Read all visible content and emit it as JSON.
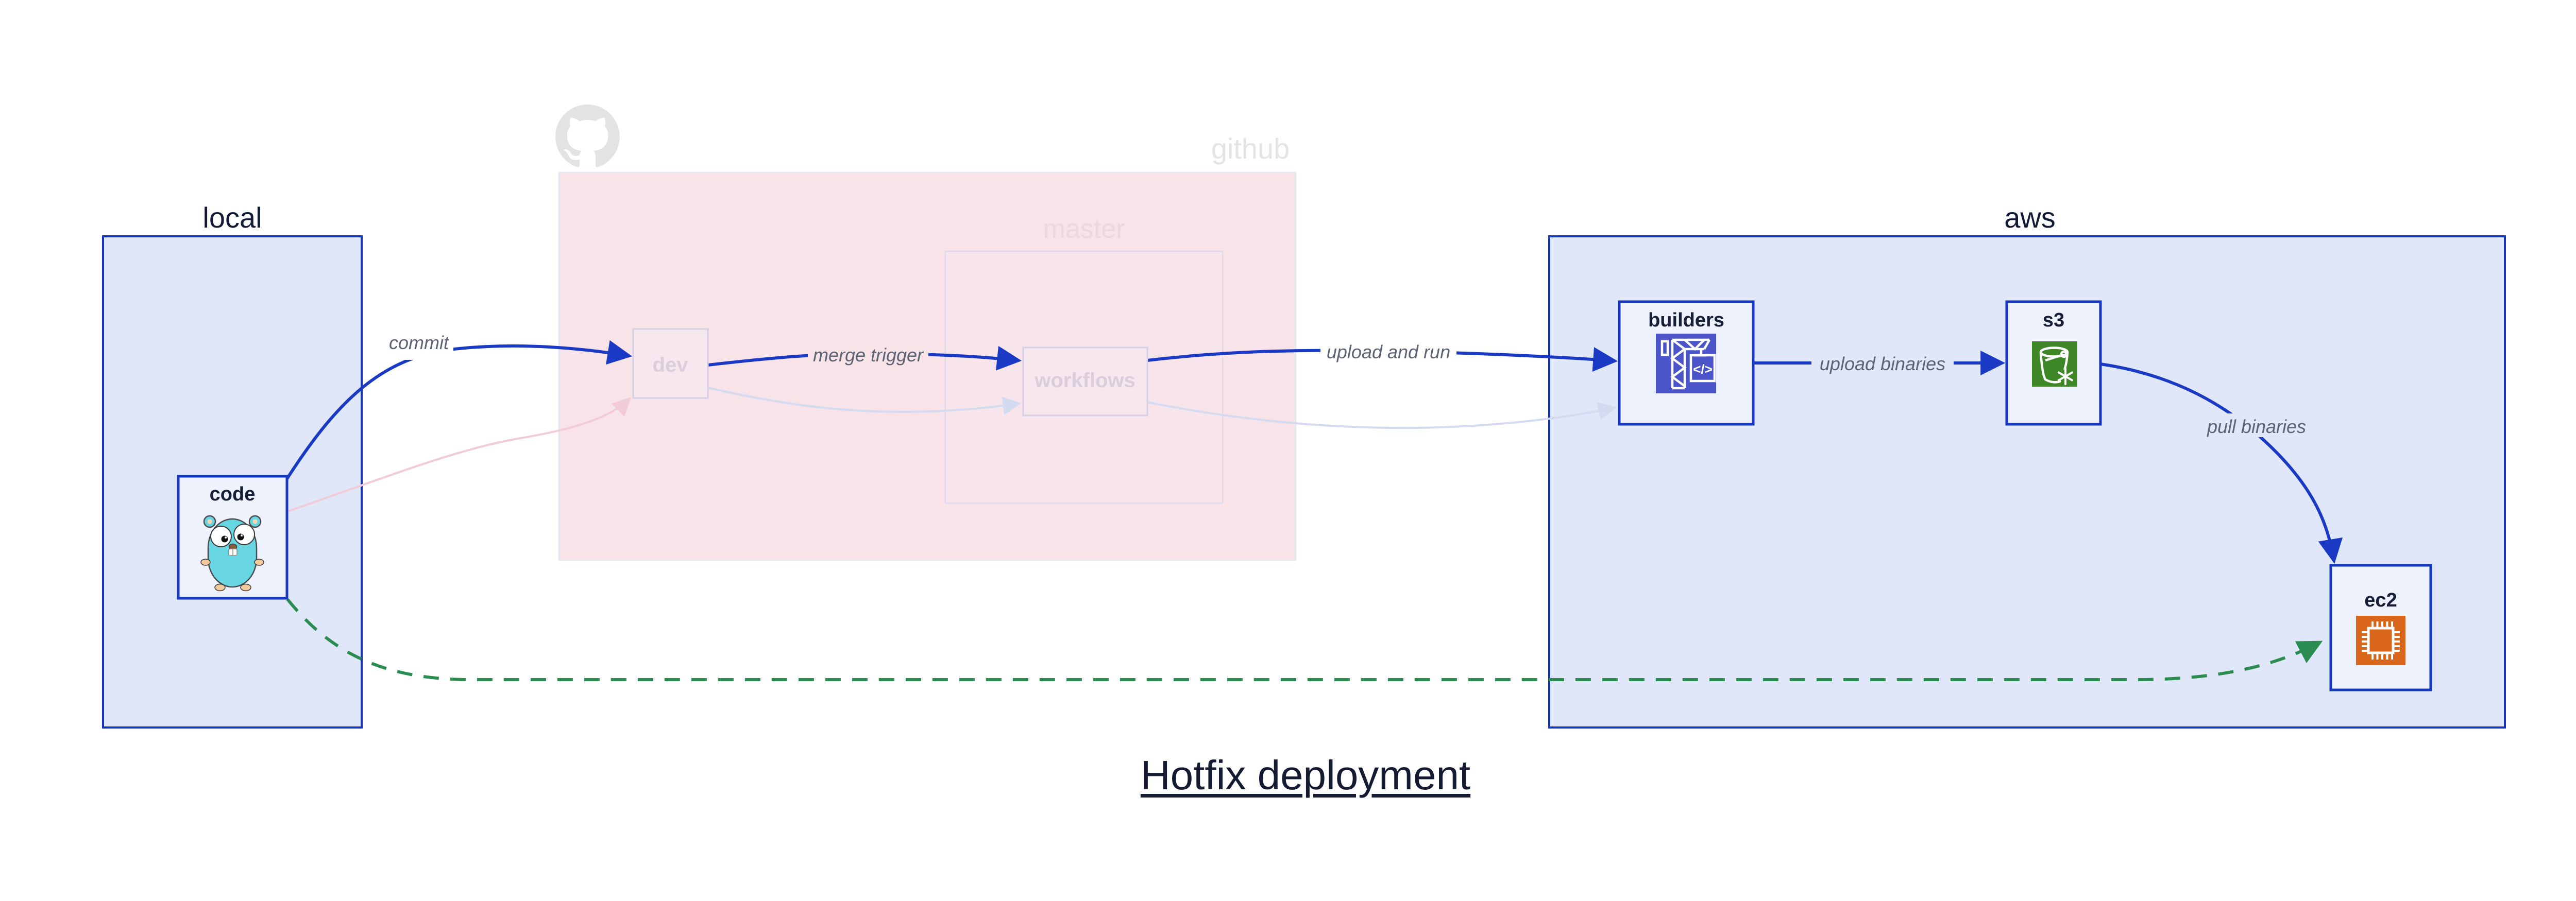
{
  "title": {
    "text": "Hotfix deployment"
  },
  "groups": {
    "local": {
      "label": "local"
    },
    "github": {
      "label": "github",
      "logo_icon": "github-octocat-icon",
      "state": "faded"
    },
    "master": {
      "label": "master",
      "state": "faded"
    },
    "aws": {
      "label": "aws"
    }
  },
  "nodes": {
    "code": {
      "label": "code",
      "icon": "go-gopher-icon",
      "group": "local"
    },
    "dev": {
      "label": "dev",
      "group": "github",
      "state": "faded"
    },
    "workflows": {
      "label": "workflows",
      "group": "master",
      "state": "faded"
    },
    "builders": {
      "label": "builders",
      "icon": "aws-codebuild-icon",
      "group": "aws"
    },
    "s3": {
      "label": "s3",
      "icon": "aws-s3-glacier-icon",
      "group": "aws"
    },
    "ec2": {
      "label": "ec2",
      "icon": "aws-ec2-icon",
      "group": "aws"
    }
  },
  "edges": {
    "commit": {
      "label": "commit",
      "from": "code",
      "to": "dev",
      "style": "solid-blue"
    },
    "merge_trigger": {
      "label": "merge trigger",
      "from": "dev",
      "to": "workflows",
      "style": "solid-blue"
    },
    "upload_and_run": {
      "label": "upload and run",
      "from": "workflows",
      "to": "builders",
      "style": "solid-blue"
    },
    "upload_binaries": {
      "label": "upload binaries",
      "from": "builders",
      "to": "s3",
      "style": "solid-blue"
    },
    "pull_binaries": {
      "label": "pull binaries",
      "from": "s3",
      "to": "ec2",
      "style": "solid-blue"
    },
    "hotfix_path": {
      "from": "code",
      "to": "ec2",
      "style": "dashed-green"
    },
    "faded_code_to_dev": {
      "from": "code",
      "to": "dev",
      "style": "faded-pink"
    },
    "faded_dev_to_workflows": {
      "from": "dev",
      "to": "workflows",
      "style": "faded-lavender"
    },
    "faded_workflows_to_builders": {
      "from": "workflows",
      "to": "builders",
      "style": "faded-lavender"
    }
  },
  "colors": {
    "group_fill": "#dfe7f9",
    "group_stroke": "#1434b8",
    "node_fill": "#eef2fc",
    "node_stroke": "#1637bf",
    "github_box_fill": "#f8e3e9",
    "faded_node_fill": "#f6e8ee",
    "faded_node_stroke": "#d5cfe5",
    "edge_blue": "#1a3ac6",
    "edge_green": "#2a8c50",
    "edge_pink_faded": "#f2cbd8",
    "edge_lavender_faded": "#d4daf0",
    "edge_label_text": "#5c6373",
    "title_text": "#141b33",
    "codebuild_icon_bg": "#4b54c8",
    "s3_glacier_icon_bg": "#3e8727",
    "ec2_icon_bg": "#d9661a",
    "gopher_teal": "#67d6e2",
    "octocat_gray": "#e3e3e5"
  }
}
